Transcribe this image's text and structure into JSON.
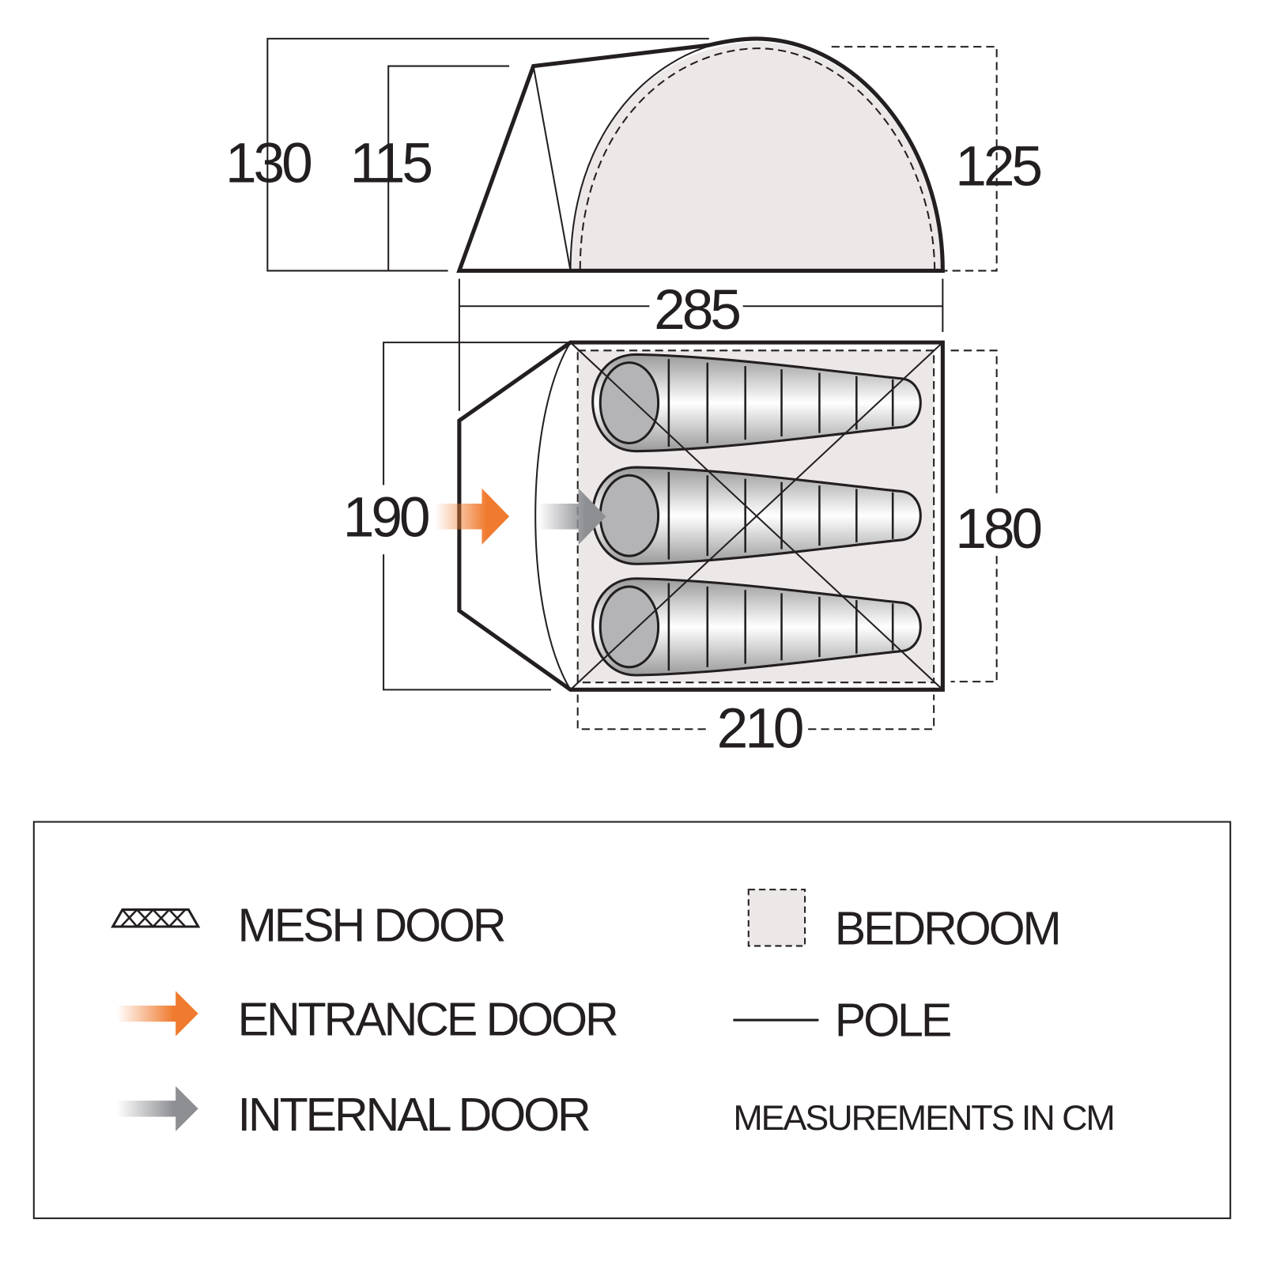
{
  "dimensions": {
    "overall_height": "130",
    "porch_height": "115",
    "bedroom_height": "125",
    "overall_length": "285",
    "overall_width": "190",
    "bedroom_width": "180",
    "bedroom_length": "210"
  },
  "legend": {
    "mesh_door": "MESH DOOR",
    "entrance_door": "ENTRANCE DOOR",
    "internal_door": "INTERNAL DOOR",
    "bedroom": "BEDROOM",
    "pole": "POLE",
    "note": "MEASUREMENTS IN CM"
  },
  "colors": {
    "entrance_arrow": "#f07a2e",
    "internal_arrow": "#8e8f93",
    "bedroom_fill": "#ece8e8",
    "outline": "#231f20"
  },
  "sleeping_bags": 3
}
